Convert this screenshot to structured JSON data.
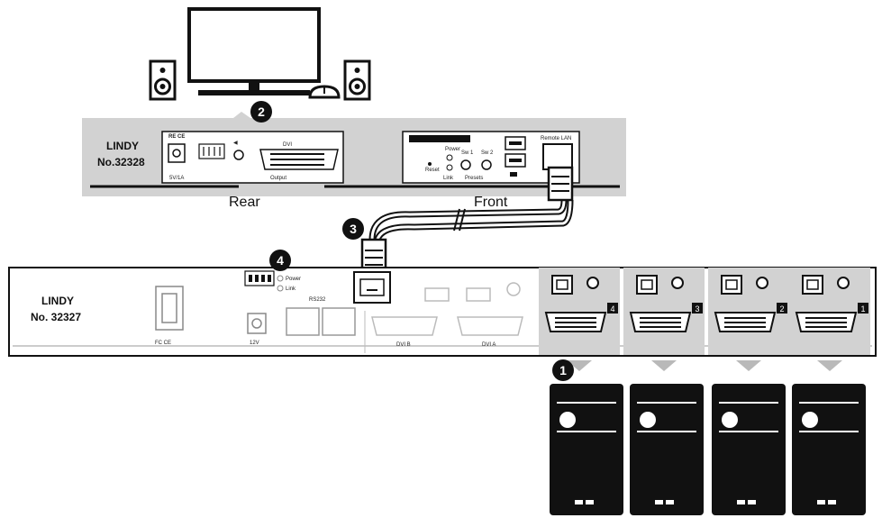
{
  "receiver": {
    "brand": "LINDY",
    "model": "No.32328",
    "rear_label": "Rear",
    "front_label": "Front",
    "dc_label": "5V/1A",
    "dvi_label": "DVI",
    "output_label": "Output",
    "power_label": "Power",
    "link_label": "Link",
    "reset_label": "Reset",
    "sw1_label": "Sw 1",
    "sw2_label": "Sw 2",
    "presets_label": "Presets",
    "remote_label": "Remote LAN"
  },
  "switch": {
    "brand": "LINDY",
    "model": "No. 32327",
    "port_labels": [
      "4",
      "3",
      "2",
      "1"
    ],
    "power_label": "Power",
    "link_label": "Link",
    "rs232_label": "RS232",
    "hdmi_a_label": "DVI A",
    "hdmi_b_label": "DVI B",
    "dc_label": "12V"
  },
  "steps": [
    "1",
    "2",
    "3",
    "4"
  ],
  "colors": {
    "device_fill": "#d2d2d2",
    "tower_fill": "#111111",
    "ink": "#111111"
  }
}
